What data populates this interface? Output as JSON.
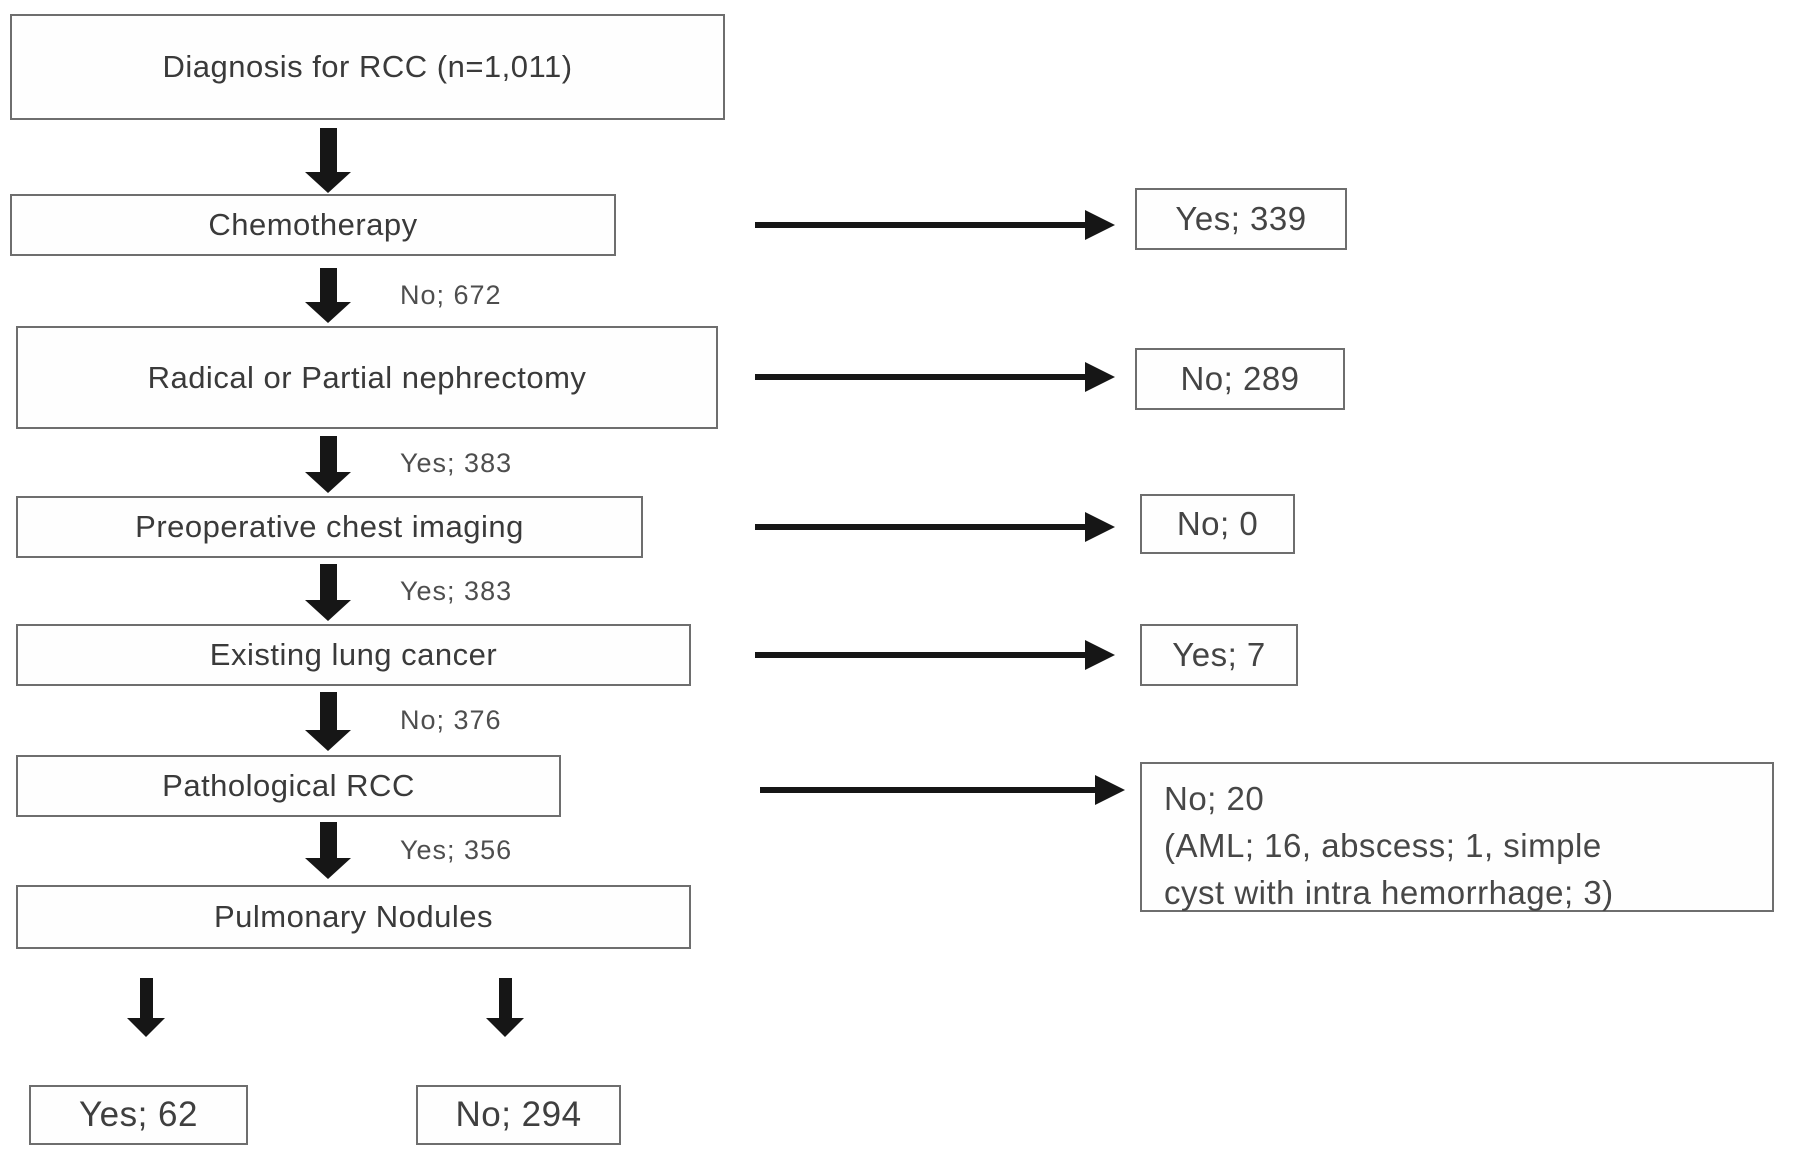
{
  "figure": {
    "type": "patient-selection-flowchart",
    "colors": {
      "background": "#ffffff",
      "box_border": "#6e6e6e",
      "box_text": "#3a3a3a",
      "arrow": "#161616",
      "edge_label_text": "#4e4e4e"
    },
    "nodes": {
      "diagnosis": {
        "label": "Diagnosis for RCC (n=1,011)"
      },
      "chemotherapy": {
        "label": "Chemotherapy"
      },
      "nephrectomy": {
        "label": "Radical or Partial nephrectomy"
      },
      "imaging": {
        "label": "Preoperative chest imaging"
      },
      "lung_cancer": {
        "label": "Existing lung cancer"
      },
      "pathological": {
        "label": "Pathological RCC"
      },
      "nodules": {
        "label": "Pulmonary Nodules"
      }
    },
    "branches": {
      "chemotherapy_yes": {
        "label": "Yes; 339"
      },
      "nephrectomy_no": {
        "label": "No; 289"
      },
      "imaging_no": {
        "label": "No; 0"
      },
      "lung_cancer_yes": {
        "label": "Yes; 7"
      },
      "pathological_no": {
        "line1": "No; 20",
        "line2": "(AML; 16, abscess; 1, simple",
        "line3": "cyst with intra hemorrhage; 3)"
      },
      "nodules_yes": {
        "label": "Yes; 62"
      },
      "nodules_no": {
        "label": "No; 294"
      }
    },
    "edge_labels": {
      "chemo_to_nephrectomy": "No; 672",
      "nephrectomy_to_imaging": "Yes; 383",
      "imaging_to_lung": "Yes; 383",
      "lung_to_pathological": "No; 376",
      "pathological_to_nodules": "Yes; 356"
    }
  }
}
